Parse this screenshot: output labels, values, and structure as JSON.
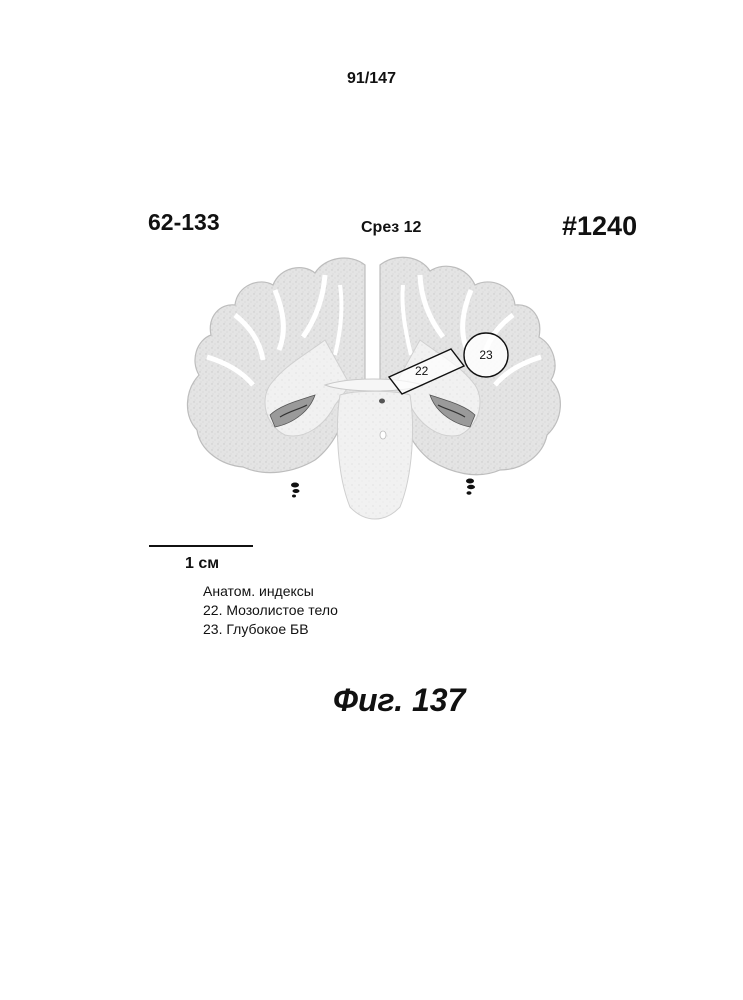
{
  "page_number": "91/147",
  "header": {
    "specimen_id": "62-133",
    "slice_label": "Срез 12",
    "sample_number": "#1240"
  },
  "figure": {
    "annotations": [
      {
        "label": "22"
      },
      {
        "label": "23"
      }
    ]
  },
  "scale": {
    "label": "1 см"
  },
  "legend": {
    "title": "Анатом. индексы",
    "items": [
      "22. Мозолистое тело",
      "23. Глубокое БВ"
    ]
  },
  "caption": "Фиг. 137"
}
